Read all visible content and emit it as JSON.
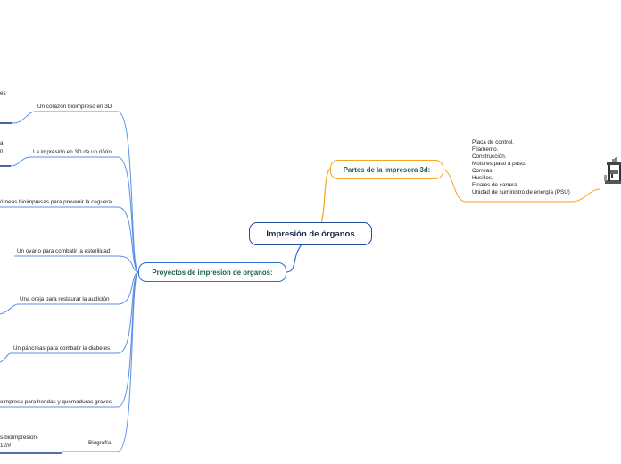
{
  "central": {
    "title": "Impresión de órganos"
  },
  "branch_parts": {
    "title": "Partes de la impresora 3d:",
    "items": [
      "Placa de control.",
      "Filamento.",
      "Construcción.",
      "Motores paso a paso.",
      "Correas.",
      "Husillos.",
      "Finales de carrera.",
      "Unidad de suministro de energía (PSU)"
    ],
    "image_icon": "3d-printer-icon"
  },
  "branch_projects": {
    "title": "Proyectos de impresion de organos:",
    "items": [
      "Un corazón bioimpreso en 3D",
      "La impresión en 3D de un riñón",
      "Córneas bioimpresas para prevenir la ceguera",
      "Un ovario para combatir la esterilidad",
      "Una oreja para restaurar la audición",
      "Un páncreas para combatir la diabetes",
      "bioimpresa para heridas y quemaduras graves",
      "Biografía"
    ]
  },
  "cut_off_text": {
    "top_es": "es",
    "a_frag": "a",
    "n_frag": "n",
    "bio_1": "s-bioimpresion-",
    "bio_2": "12/#"
  },
  "colors": {
    "central_border": "#1f4e9a",
    "central_text": "#1a2a4a",
    "parts_border": "#f5a623",
    "parts_text": "#1d5c4a",
    "projects_border": "#2a6fd6",
    "projects_text": "#1d5c4a",
    "projects_lines": "#5b8ee6",
    "parts_lines": "#f5a623"
  }
}
